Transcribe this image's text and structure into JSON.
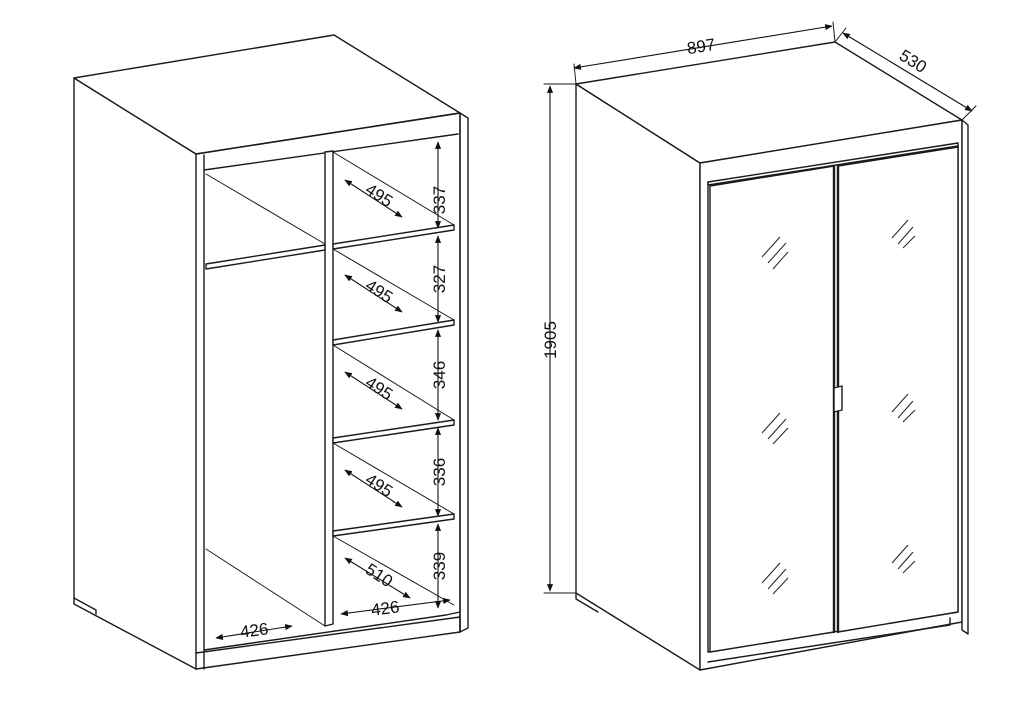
{
  "left_unit": {
    "shelf_heights": [
      "337",
      "327",
      "346",
      "336",
      "339"
    ],
    "shelf_depths": [
      "495",
      "495",
      "495",
      "495",
      "510"
    ],
    "hanging_width": "426",
    "bottom_right_width": "426"
  },
  "right_unit": {
    "width": "897",
    "depth": "530",
    "height": "1905"
  },
  "colors": {
    "line": "#1a1a1a",
    "background": "#ffffff"
  }
}
